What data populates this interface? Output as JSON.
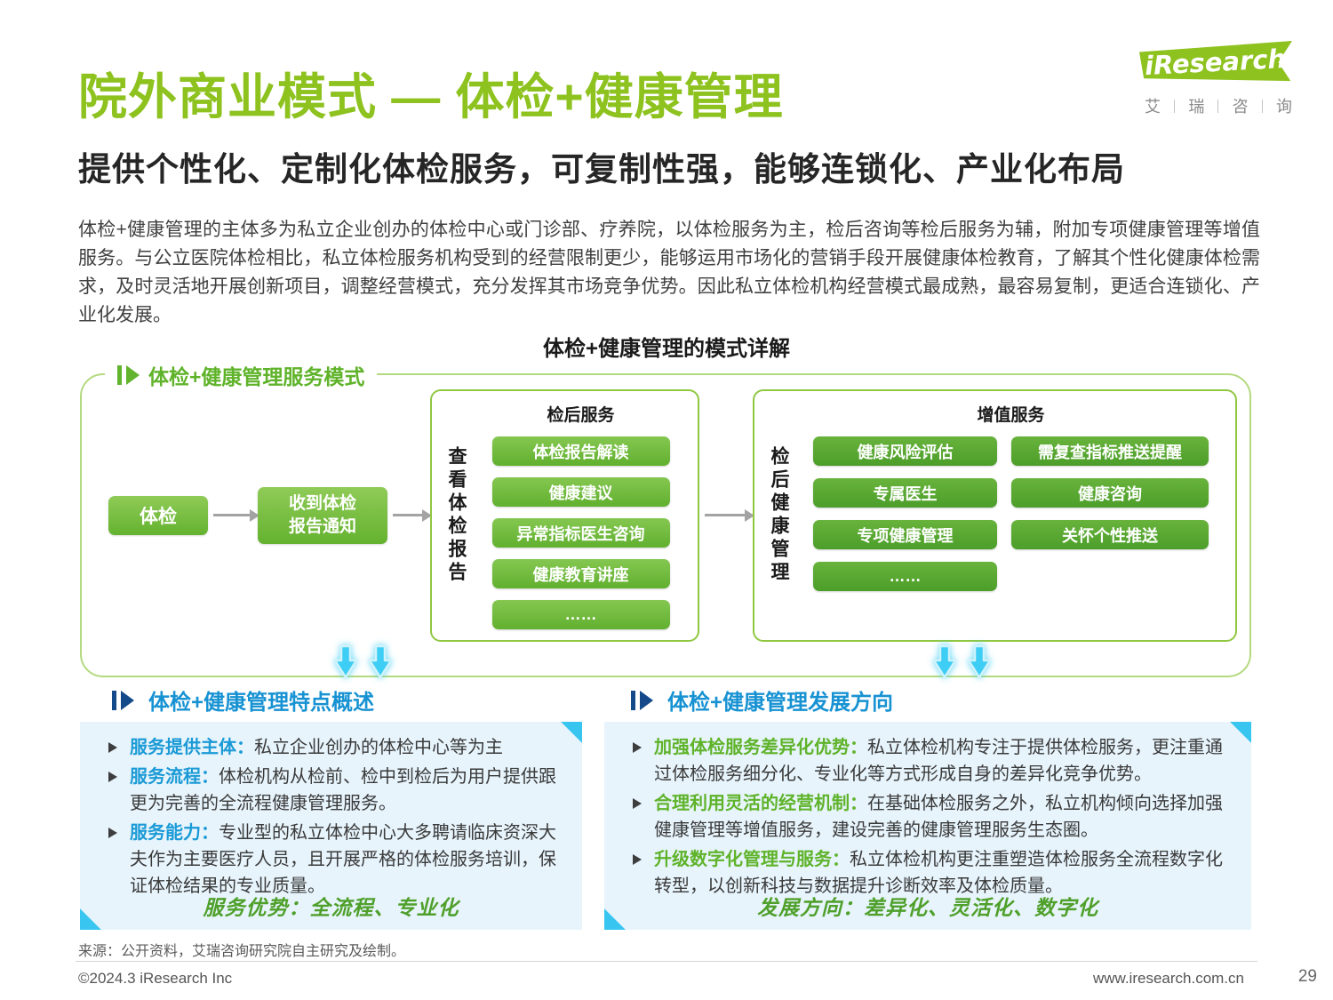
{
  "page": {
    "title": "院外商业模式 — 体检+健康管理",
    "subtitle": "提供个性化、定制化体检服务，可复制性强，能够连锁化、产业化布局",
    "body": "体检+健康管理的主体多为私立企业创办的体检中心或门诊部、疗养院，以体检服务为主，检后咨询等检后服务为辅，附加专项健康管理等增值服务。与公立医院体检相比，私立体检服务机构受到的经营限制更少，能够运用市场化的营销手段开展健康体检教育，了解其个性化健康体检需求，及时灵活地开展创新项目，调整经营模式，充分发挥其市场竞争优势。因此私立体检机构经营模式最成熟，最容易复制，更适合连锁化、产业化发展。"
  },
  "logo": {
    "brand": "iResearch",
    "cn": [
      "艾",
      "瑞",
      "咨",
      "询"
    ]
  },
  "diagram": {
    "title": "体检+健康管理的模式详解",
    "flow_label": "体检+健康管理服务模式",
    "step1": "体检",
    "step2": "收到体检\n报告通知",
    "box1": {
      "vertical_label": "查看体检报告",
      "header": "检后服务",
      "items": [
        "体检报告解读",
        "健康建议",
        "异常指标医生咨询",
        "健康教育讲座",
        "……"
      ]
    },
    "box2": {
      "vertical_label": "检后健康管理",
      "header": "增值服务",
      "items_left": [
        "健康风险评估",
        "专属医生",
        "专项健康管理",
        "……"
      ],
      "items_right": [
        "需复查指标推送提醒",
        "健康咨询",
        "关怀个性推送"
      ]
    }
  },
  "features": {
    "header": "体检+健康管理特点概述",
    "bullets": [
      {
        "label": "服务提供主体：",
        "text": "私立企业创办的体检中心等为主"
      },
      {
        "label": "服务流程：",
        "text": "体检机构从检前、检中到检后为用户提供跟更为完善的全流程健康管理服务。"
      },
      {
        "label": "服务能力：",
        "text": "专业型的私立体检中心大多聘请临床资深大夫作为主要医疗人员，且开展严格的体检服务培训，保证体检结果的专业质量。"
      }
    ],
    "footer": "服务优势：全流程、专业化"
  },
  "directions": {
    "header": "体检+健康管理发展方向",
    "bullets": [
      {
        "label": "加强体检服务差异化优势：",
        "text": "私立体检机构专注于提供体检服务，更注重通过体检服务细分化、专业化等方式形成自身的差异化竞争优势。"
      },
      {
        "label": "合理利用灵活的经营机制：",
        "text": "在基础体检服务之外，私立机构倾向选择加强健康管理等增值服务，建设完善的健康管理服务生态圈。"
      },
      {
        "label": "升级数字化管理与服务：",
        "text": "私立体检机构更注重塑造体检服务全流程数字化转型，以创新科技与数据提升诊断效率及体检质量。"
      }
    ],
    "footer": "发展方向：差异化、灵活化、数字化"
  },
  "footer": {
    "source": "来源：公开资料，艾瑞咨询研究院自主研究及绘制。",
    "copyright": "©2024.3 iResearch Inc",
    "website": "www.iresearch.com.cn",
    "page_number": "29"
  }
}
